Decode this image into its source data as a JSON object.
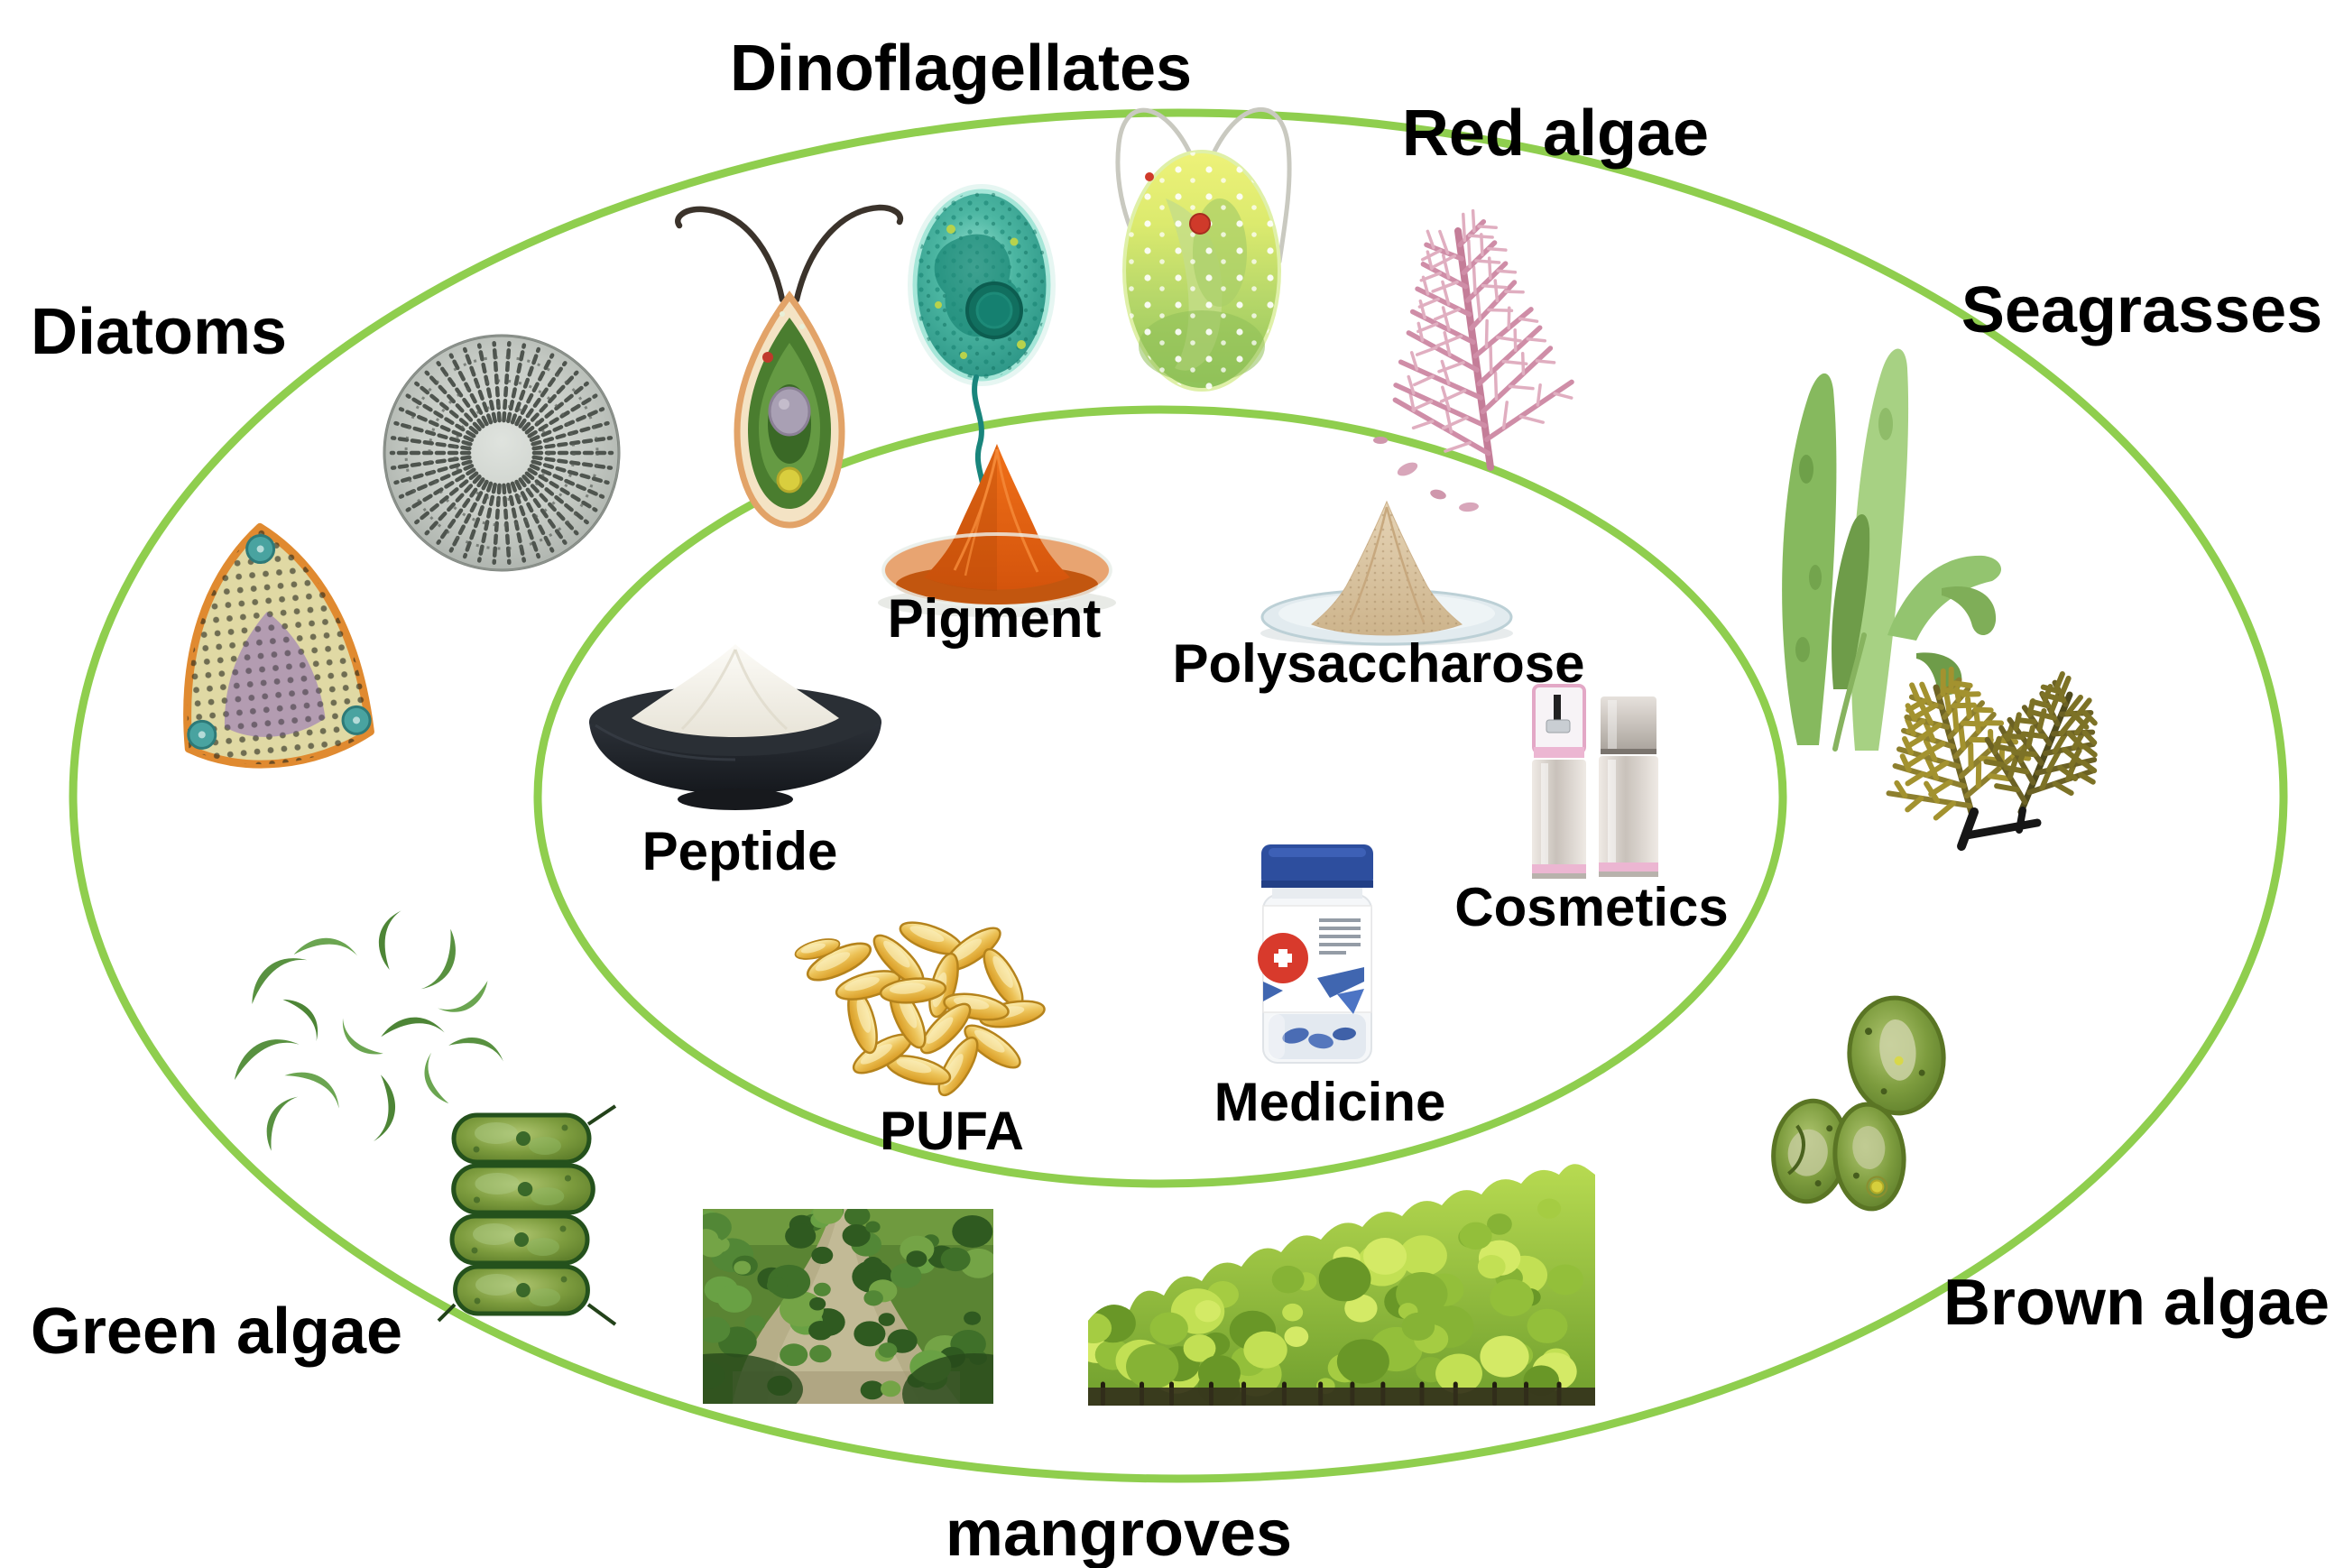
{
  "diagram": {
    "colors": {
      "background": "#ffffff",
      "ring_stroke": "#8fce4e",
      "label_text": "#000000"
    },
    "outer_ring": {
      "groups": [
        {
          "id": "dinoflagellates",
          "label": "Dinoflagellates",
          "illustration": "three-dinoflagellate-cells"
        },
        {
          "id": "red_algae",
          "label": "Red algae",
          "illustration": "pink-branching-seaweed"
        },
        {
          "id": "diatoms",
          "label": "Diatoms",
          "illustration": "centric-disc-and-triangular-diatom"
        },
        {
          "id": "seagrasses",
          "label": "Seagrasses",
          "illustration": "green-seagrass-leaves"
        },
        {
          "id": "green_algae",
          "label": "Green algae",
          "illustration": "crescent-cells-and-filament"
        },
        {
          "id": "brown_algae",
          "label": "Brown algae",
          "illustration": "olive-fronds-and-oval-cells"
        },
        {
          "id": "mangroves",
          "label": "mangroves",
          "illustration": "mangrove-river-and-forest-photos"
        }
      ]
    },
    "inner_ring": {
      "products": [
        {
          "id": "pigment",
          "label": "Pigment",
          "illustration": "orange-powder-in-glass-dish"
        },
        {
          "id": "polysaccharose",
          "label": "Polysaccharose",
          "illustration": "tan-powder-on-saucer"
        },
        {
          "id": "peptide",
          "label": "Peptide",
          "illustration": "white-powder-in-black-bowl"
        },
        {
          "id": "pufa",
          "label": "PUFA",
          "illustration": "golden-softgel-capsules"
        },
        {
          "id": "cosmetics",
          "label": "Cosmetics",
          "illustration": "two-cosmetic-bottles"
        },
        {
          "id": "medicine",
          "label": "Medicine",
          "illustration": "pill-bottle-with-blue-cap"
        }
      ]
    }
  }
}
